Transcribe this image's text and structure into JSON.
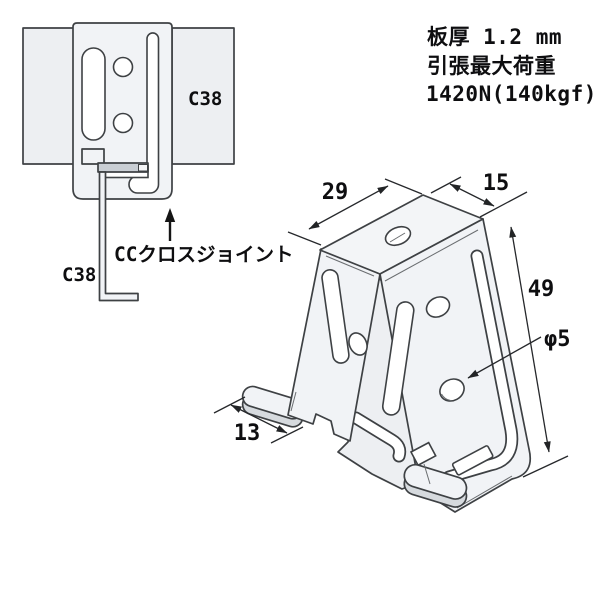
{
  "spec": {
    "line1": "板厚 1.2 mm",
    "line2": "引張最大荷重",
    "line3": "1420N(140kgf)"
  },
  "left_view": {
    "channel_label_right": "C38",
    "channel_label_bottom": "C38",
    "joint_label": "CCクロスジョイント"
  },
  "dimensions": {
    "top_width": "29",
    "top_depth": "15",
    "height": "49",
    "hole_diameter": "φ5",
    "foot_width": "13"
  },
  "colors": {
    "face": "#f1f3f6",
    "face_shade": "#edeff2",
    "top_face": "#f3f5f7",
    "thickness": "#d6dade",
    "hook_bar": "#c9ced4",
    "outline": "#3e4144",
    "dimension_line": "#26282b",
    "text": "#0e0e10",
    "background": "#ffffff"
  }
}
